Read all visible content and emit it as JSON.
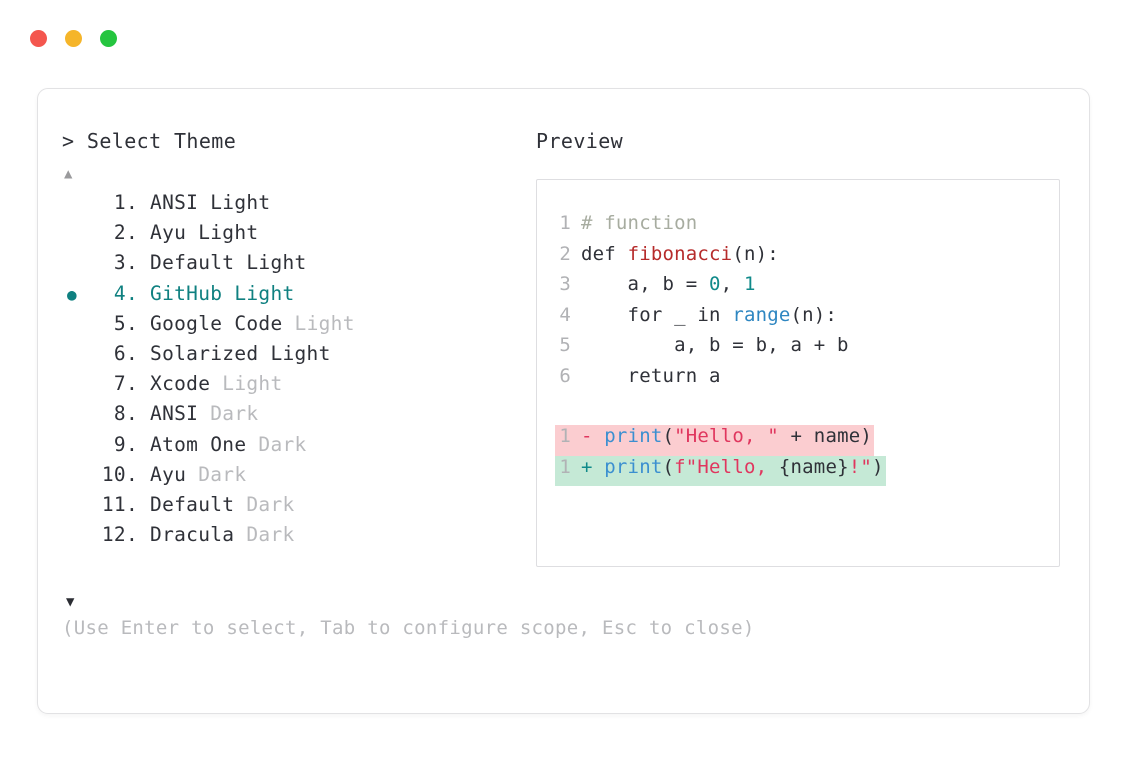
{
  "window": {
    "traffic_lights": [
      {
        "name": "close",
        "color": "#f4564e"
      },
      {
        "name": "minimize",
        "color": "#f5b52a"
      },
      {
        "name": "maximize",
        "color": "#25c53f"
      }
    ]
  },
  "selector": {
    "prompt": "> Select Theme",
    "scroll_up": "▲",
    "scroll_down": "▼",
    "selected_index": 4,
    "selected_color": "#0f8080",
    "bullet": "●",
    "items": [
      {
        "number": " 1.",
        "name": "ANSI Light",
        "variant": "",
        "variant_muted": false,
        "selected": false
      },
      {
        "number": " 2.",
        "name": "Ayu Light",
        "variant": "",
        "variant_muted": false,
        "selected": false
      },
      {
        "number": " 3.",
        "name": "Default Light",
        "variant": "",
        "variant_muted": false,
        "selected": false
      },
      {
        "number": " 4.",
        "name": "GitHub Light",
        "variant": "",
        "variant_muted": false,
        "selected": true
      },
      {
        "number": " 5.",
        "name": "Google Code ",
        "variant": "Light",
        "variant_muted": true,
        "selected": false
      },
      {
        "number": " 6.",
        "name": "Solarized Light",
        "variant": "",
        "variant_muted": false,
        "selected": false
      },
      {
        "number": " 7.",
        "name": "Xcode ",
        "variant": "Light",
        "variant_muted": true,
        "selected": false
      },
      {
        "number": " 8.",
        "name": "ANSI ",
        "variant": "Dark",
        "variant_muted": true,
        "selected": false
      },
      {
        "number": " 9.",
        "name": "Atom One ",
        "variant": "Dark",
        "variant_muted": true,
        "selected": false
      },
      {
        "number": "10.",
        "name": "Ayu ",
        "variant": "Dark",
        "variant_muted": true,
        "selected": false
      },
      {
        "number": "11.",
        "name": "Default ",
        "variant": "Dark",
        "variant_muted": true,
        "selected": false
      },
      {
        "number": "12.",
        "name": "Dracula ",
        "variant": "Dark",
        "variant_muted": true,
        "selected": false
      }
    ]
  },
  "hint": "(Use Enter to select, Tab to configure scope, Esc to close)",
  "preview": {
    "label": "Preview",
    "code_lines": [
      {
        "ln": "1",
        "tokens": [
          {
            "t": "# function",
            "c": "comment"
          }
        ]
      },
      {
        "ln": "2",
        "tokens": [
          {
            "t": "def ",
            "c": "plain"
          },
          {
            "t": "fibonacci",
            "c": "func"
          },
          {
            "t": "(n):",
            "c": "plain"
          }
        ]
      },
      {
        "ln": "3",
        "tokens": [
          {
            "t": "    a, b = ",
            "c": "plain"
          },
          {
            "t": "0",
            "c": "num"
          },
          {
            "t": ", ",
            "c": "plain"
          },
          {
            "t": "1",
            "c": "num"
          }
        ]
      },
      {
        "ln": "4",
        "tokens": [
          {
            "t": "    for _ in ",
            "c": "plain"
          },
          {
            "t": "range",
            "c": "builtin"
          },
          {
            "t": "(n):",
            "c": "plain"
          }
        ]
      },
      {
        "ln": "5",
        "tokens": [
          {
            "t": "        a, b = b, a + b",
            "c": "plain"
          }
        ]
      },
      {
        "ln": "6",
        "tokens": [
          {
            "t": "    return a",
            "c": "plain"
          }
        ]
      }
    ],
    "diff_lines": [
      {
        "ln": "1",
        "kind": "del",
        "marker": "-",
        "tokens": [
          {
            "t": "print",
            "c": "print"
          },
          {
            "t": "(",
            "c": "plain"
          },
          {
            "t": "\"Hello, \"",
            "c": "string"
          },
          {
            "t": " + name)",
            "c": "plain"
          }
        ]
      },
      {
        "ln": "1",
        "kind": "add",
        "marker": "+",
        "tokens": [
          {
            "t": "print",
            "c": "print"
          },
          {
            "t": "(",
            "c": "plain"
          },
          {
            "t": "f\"Hello, ",
            "c": "string"
          },
          {
            "t": "{name}",
            "c": "plain"
          },
          {
            "t": "!\"",
            "c": "string"
          },
          {
            "t": ")",
            "c": "plain"
          }
        ]
      }
    ],
    "colors": {
      "comment": "#a7aca0",
      "function": "#b62b2b",
      "number": "#108a8a",
      "builtin": "#2e86c1",
      "string": "#e0365e",
      "diff_del_bg": "#fbcdd0",
      "diff_add_bg": "#c5e9d6"
    }
  }
}
